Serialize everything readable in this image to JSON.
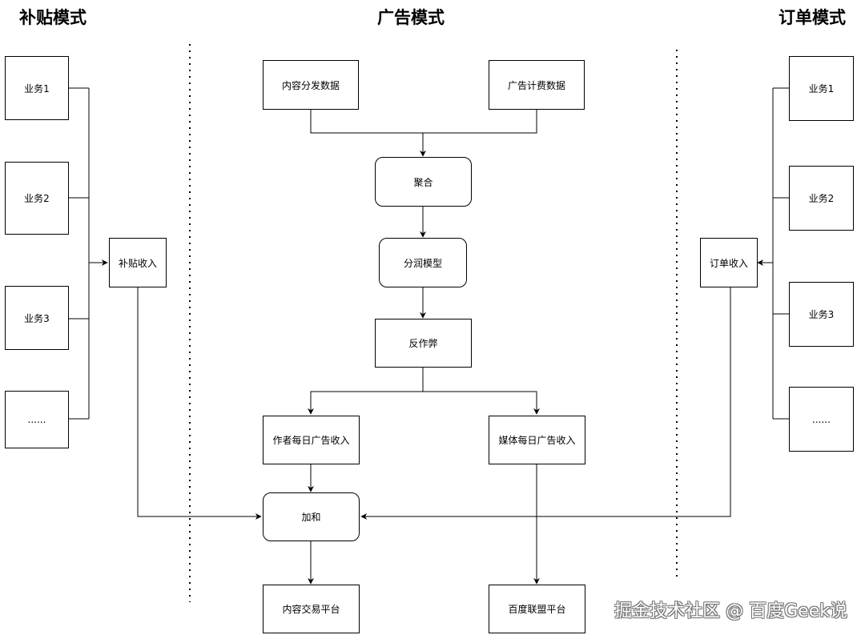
{
  "sections": {
    "subsidy": "补贴模式",
    "ads": "广告模式",
    "orders": "订单模式"
  },
  "left": {
    "business_1": "业务1",
    "business_2": "业务2",
    "business_3": "业务3",
    "business_more": "......",
    "subsidy_income": "补贴收入"
  },
  "center": {
    "content_distribution_data": "内容分发数据",
    "ad_billing_data": "广告计费数据",
    "aggregate": "聚合",
    "revenue_share_model": "分润模型",
    "anti_fraud": "反作弊",
    "author_daily_ad_income": "作者每日广告收入",
    "media_daily_ad_income": "媒体每日广告收入",
    "sum": "加和",
    "content_trading_platform": "内容交易平台",
    "baidu_union_platform": "百度联盟平台"
  },
  "right": {
    "business_1": "业务1",
    "business_2": "业务2",
    "business_3": "业务3",
    "business_more": "......",
    "order_income": "订单收入"
  },
  "watermark": "掘金技术社区 @ 百度Geek说"
}
